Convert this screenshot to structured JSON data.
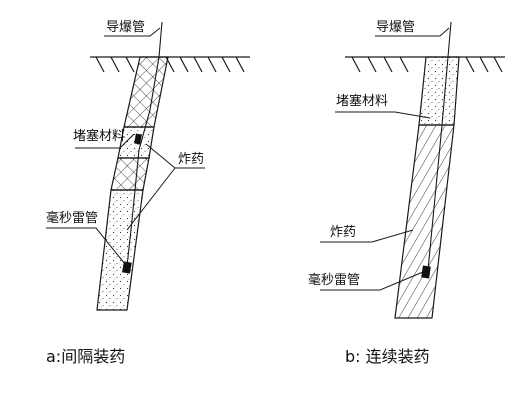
{
  "diagram_a": {
    "labels": {
      "detonator_tube": "导爆管",
      "stemming": "堵塞材料",
      "explosive": "炸药",
      "ms_detonator": "毫秒雷管"
    },
    "caption": "a:间隔装药"
  },
  "diagram_b": {
    "labels": {
      "detonator_tube": "导爆管",
      "stemming": "堵塞材料",
      "explosive": "炸药",
      "ms_detonator": "毫秒雷管"
    },
    "caption": "b: 连续装药"
  },
  "colors": {
    "line": "#1a1a1a",
    "background": "#ffffff",
    "detonator": "#111111"
  }
}
